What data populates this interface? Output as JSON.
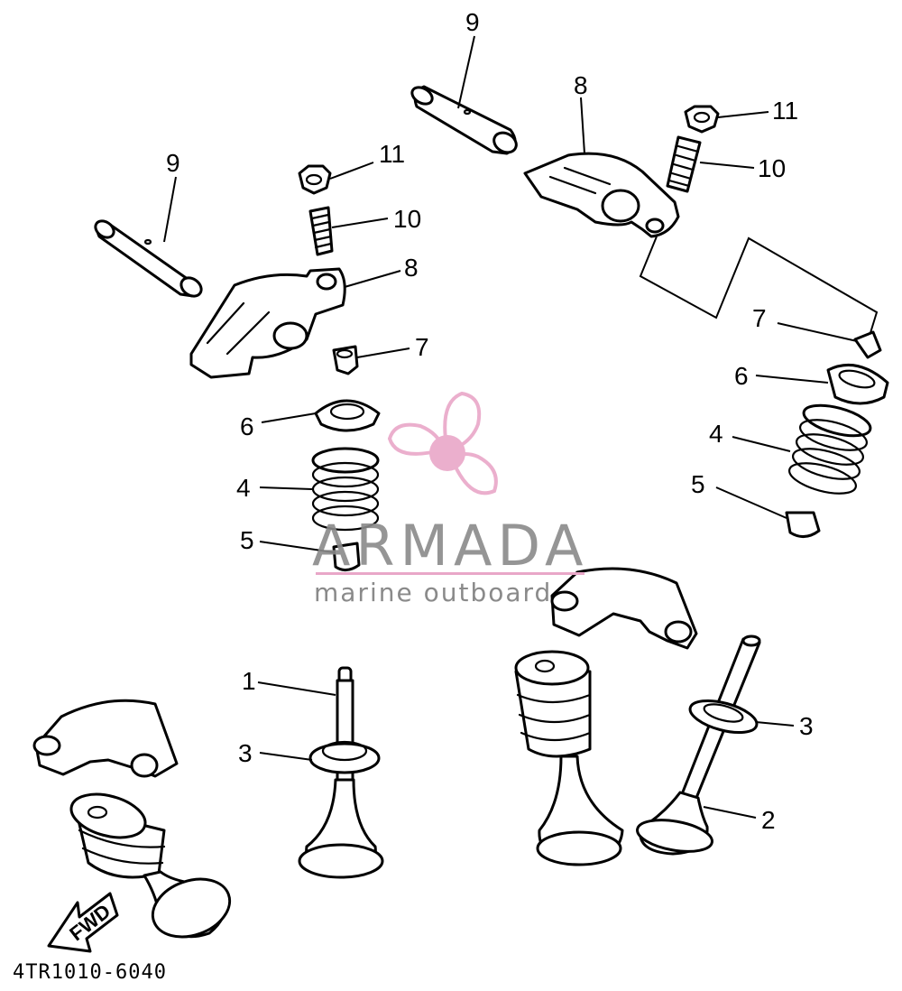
{
  "callouts": {
    "c1": "1",
    "c2": "2",
    "c3a": "3",
    "c3b": "3",
    "c4a": "4",
    "c4b": "4",
    "c5a": "5",
    "c5b": "5",
    "c6a": "6",
    "c6b": "6",
    "c7a": "7",
    "c7b": "7",
    "c8a": "8",
    "c8b": "8",
    "c9a": "9",
    "c9b": "9",
    "c10a": "10",
    "c10b": "10",
    "c11a": "11",
    "c11b": "11"
  },
  "fwd_label": "FWD",
  "diagram_code": "4TR1010-6040",
  "watermark": {
    "title": "ARMADA",
    "subtitle": "marine outboard",
    "color_pink": "#e9a7c8",
    "color_gray": "#8a8a8a"
  }
}
